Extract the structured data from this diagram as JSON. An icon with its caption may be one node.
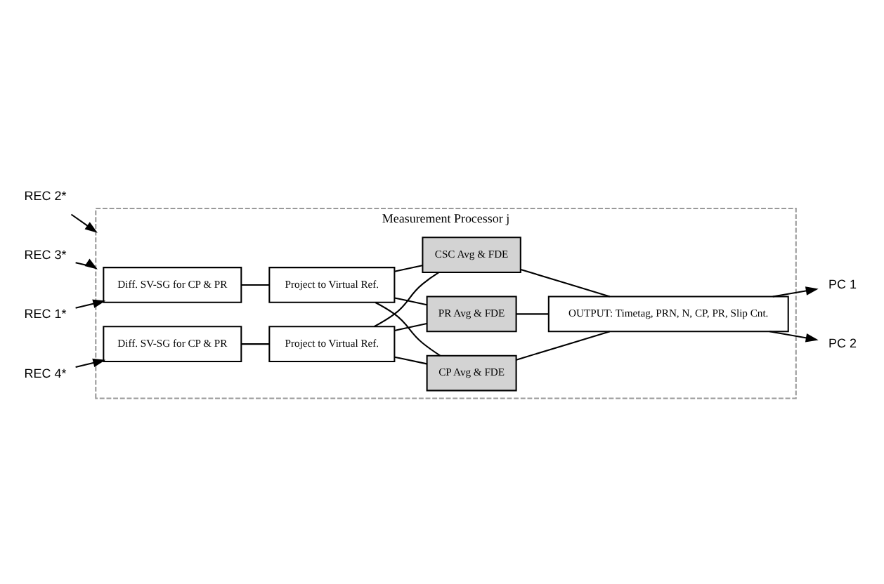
{
  "diagram": {
    "nodes": [
      {
        "text": [
          "Measurement Processor j"
        ]
      },
      {
        "text": [
          "REC 1*"
        ]
      },
      {
        "text": [
          "REC 2*"
        ]
      },
      {
        "text": [
          "REC 3*"
        ]
      },
      {
        "text": [
          "REC 4*"
        ]
      },
      {
        "text": [
          "Diff. SV-SG for CP & PR"
        ],
        "in": 0
      },
      {
        "text": [
          "Project to Virtual Ref."
        ],
        "in": 0
      },
      {
        "text": [
          "Diff. SV-SG for CP & PR"
        ],
        "in": 0
      },
      {
        "text": [
          "Project to Virtual Ref."
        ],
        "in": 0
      },
      {
        "text": [
          "PR Avg & FDE"
        ],
        "in": 0
      },
      {
        "text": [
          "CSC Avg & FDE"
        ],
        "in": 0
      },
      {
        "text": [
          "CP Avg & FDE"
        ],
        "in": 0
      },
      {
        "text": [
          "OUTPUT: Timetag, PRN, N, CP, PR, Slip Cnt."
        ],
        "in": 0
      },
      {
        "text": [
          "PC 1"
        ]
      },
      {
        "text": [
          "PC 2"
        ]
      }
    ],
    "edges": [
      {
        "from": 1,
        "to": 5,
        "arrow": "to"
      },
      {
        "from": 2,
        "to": 0,
        "arrow": "to"
      },
      {
        "from": 3,
        "to": 0,
        "arrow": "to"
      },
      {
        "from": 4,
        "to": 7,
        "arrow": "to"
      },
      {
        "from": 5,
        "to": 6,
        "arrow": "none"
      },
      {
        "from": 7,
        "to": 8,
        "arrow": "none"
      },
      {
        "from": 6,
        "to": 9,
        "arrow": "none"
      },
      {
        "from": 6,
        "to": 10,
        "arrow": "none"
      },
      {
        "from": 6,
        "to": 11,
        "arrow": "none"
      },
      {
        "from": 8,
        "to": 9,
        "arrow": "none"
      },
      {
        "from": 8,
        "to": 10,
        "arrow": "none"
      },
      {
        "from": 8,
        "to": 11,
        "arrow": "none"
      },
      {
        "from": 9,
        "to": 12,
        "arrow": "none"
      },
      {
        "from": 10,
        "to": 12,
        "arrow": "none"
      },
      {
        "from": 11,
        "to": 12,
        "arrow": "none"
      },
      {
        "from": 12,
        "to": 13,
        "arrow": "to"
      },
      {
        "from": 12,
        "to": 14,
        "arrow": "to"
      }
    ]
  }
}
